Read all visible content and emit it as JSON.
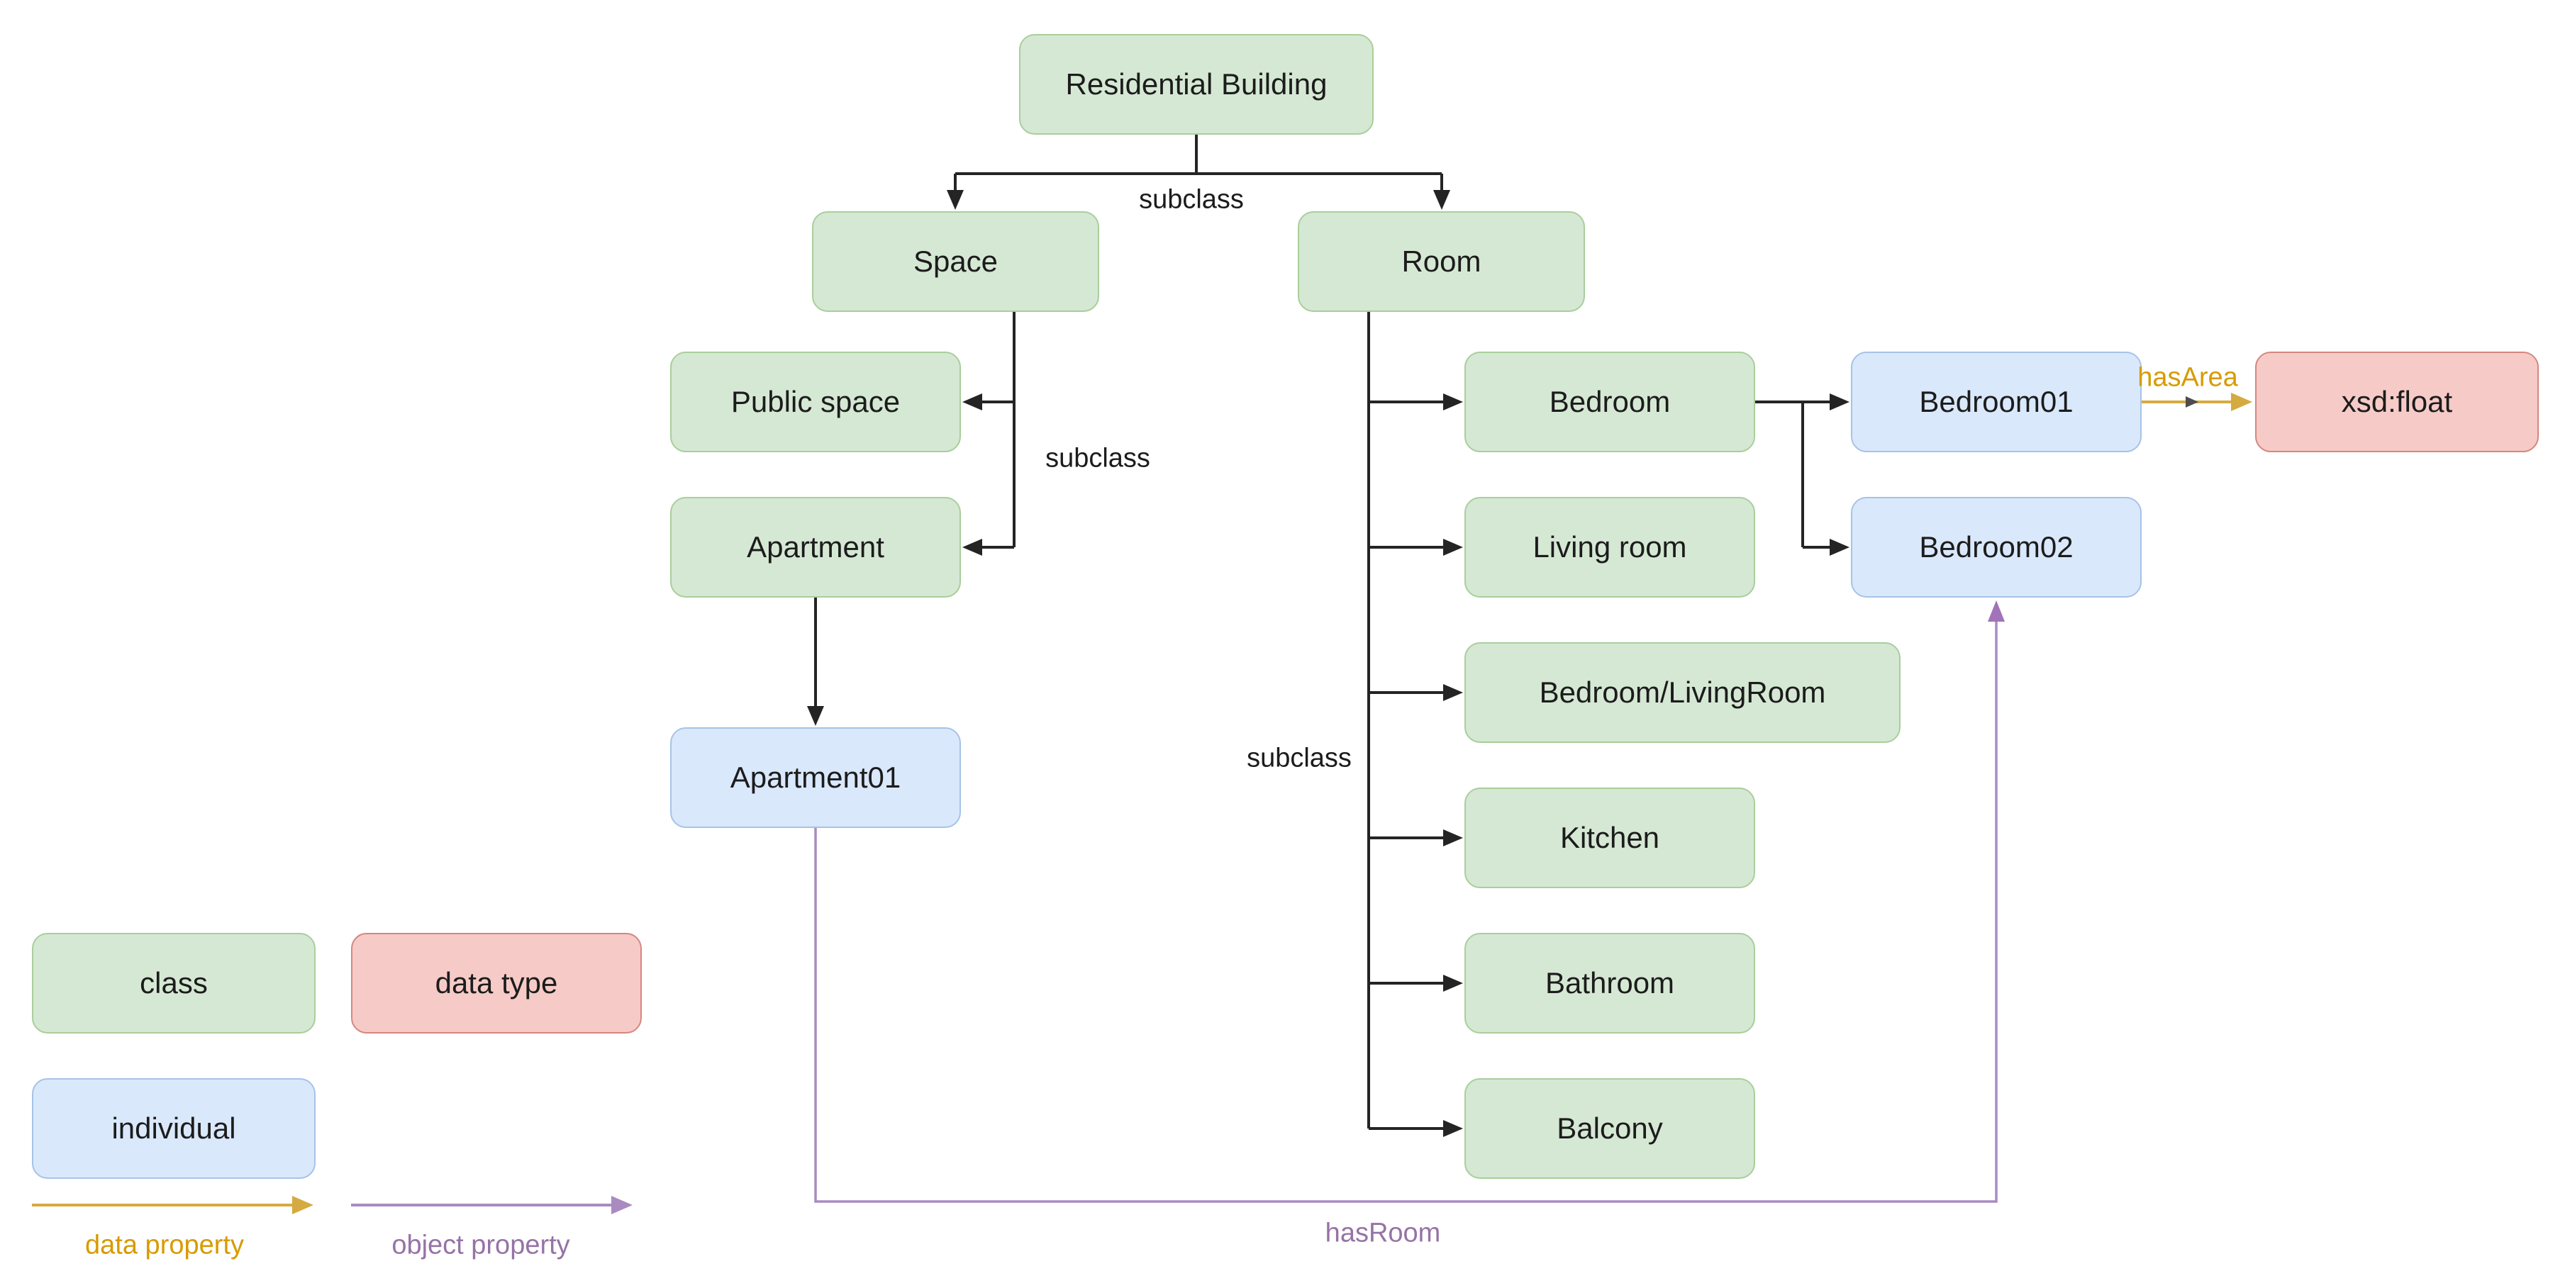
{
  "diagram": {
    "title_node": "Residential Building",
    "nodes": {
      "residential_building": {
        "label": "Residential Building",
        "type": "class"
      },
      "space": {
        "label": "Space",
        "type": "class"
      },
      "room": {
        "label": "Room",
        "type": "class"
      },
      "public_space": {
        "label": "Public space",
        "type": "class"
      },
      "apartment": {
        "label": "Apartment",
        "type": "class"
      },
      "apartment01": {
        "label": "Apartment01",
        "type": "individual"
      },
      "bedroom": {
        "label": "Bedroom",
        "type": "class"
      },
      "living_room": {
        "label": "Living room",
        "type": "class"
      },
      "bedroom_livingroom": {
        "label": "Bedroom/LivingRoom",
        "type": "class"
      },
      "kitchen": {
        "label": "Kitchen",
        "type": "class"
      },
      "bathroom": {
        "label": "Bathroom",
        "type": "class"
      },
      "balcony": {
        "label": "Balcony",
        "type": "class"
      },
      "bedroom01": {
        "label": "Bedroom01",
        "type": "individual"
      },
      "bedroom02": {
        "label": "Bedroom02",
        "type": "individual"
      },
      "xsd_float": {
        "label": "xsd:float",
        "type": "data type"
      }
    },
    "edge_labels": {
      "subclass_root": "subclass",
      "subclass_space": "subclass",
      "subclass_room": "subclass",
      "has_area": "hasArea",
      "has_room": "hasRoom"
    },
    "legend": {
      "class": "class",
      "data_type": "data type",
      "individual": "individual",
      "data_property": "data property",
      "object_property": "object property"
    },
    "colors": {
      "class_fill": "#d5e8d4",
      "class_stroke": "#a9ce9b",
      "individual_fill": "#dae8fc",
      "individual_stroke": "#a6c3e6",
      "data_type_fill": "#f6cbc7",
      "data_type_stroke": "#d5877f",
      "subclass_edge": "#242424",
      "data_property_edge": "#d5aa41",
      "data_property_text": "#d79b00",
      "object_property_edge": "#a98bc0",
      "object_property_text": "#9673a6",
      "background": "#ffffff"
    }
  }
}
